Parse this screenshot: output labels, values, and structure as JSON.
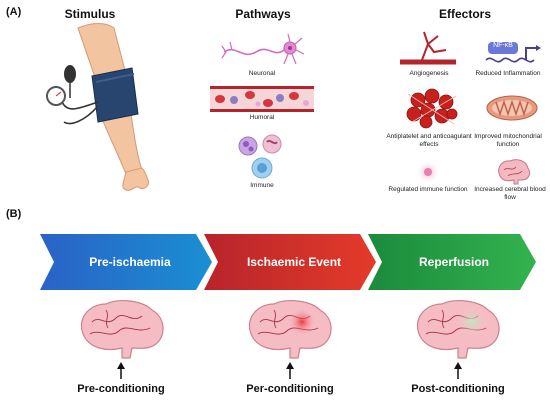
{
  "panel_a": {
    "label": "(A)",
    "columns": {
      "stimulus": "Stimulus",
      "pathways": "Pathways",
      "effectors": "Effectors"
    },
    "pathways": [
      {
        "label": "Neuronal",
        "icon": "neuron-icon"
      },
      {
        "label": "Humoral",
        "icon": "blood-vessel-icon"
      },
      {
        "label": "Immune",
        "icon": "immune-cells-icon"
      }
    ],
    "effectors": [
      {
        "label": "Angiogenesis",
        "icon": "vessel-branching-icon"
      },
      {
        "label": "Reduced Inflammation",
        "icon": "nfkb-gene-icon",
        "icon_text": "NF-κB"
      },
      {
        "label": "Antiplatelet and anticoagulant effects",
        "icon": "blood-clot-icon"
      },
      {
        "label": "Improved mitochondrial function",
        "icon": "mitochondrion-icon"
      },
      {
        "label": "Regulated immune function",
        "icon": "immune-glow-icon"
      },
      {
        "label": "Increased cerebral blood flow",
        "icon": "brain-icon"
      }
    ]
  },
  "panel_b": {
    "label": "(B)",
    "phases": [
      {
        "label": "Pre-ischaemia",
        "color": "#1e73c8"
      },
      {
        "label": "Ischaemic Event",
        "color": "#d9342b"
      },
      {
        "label": "Reperfusion",
        "color": "#1f9e43"
      }
    ],
    "conditioning": [
      "Pre-conditioning",
      "Per-conditioning",
      "Post-conditioning"
    ]
  }
}
